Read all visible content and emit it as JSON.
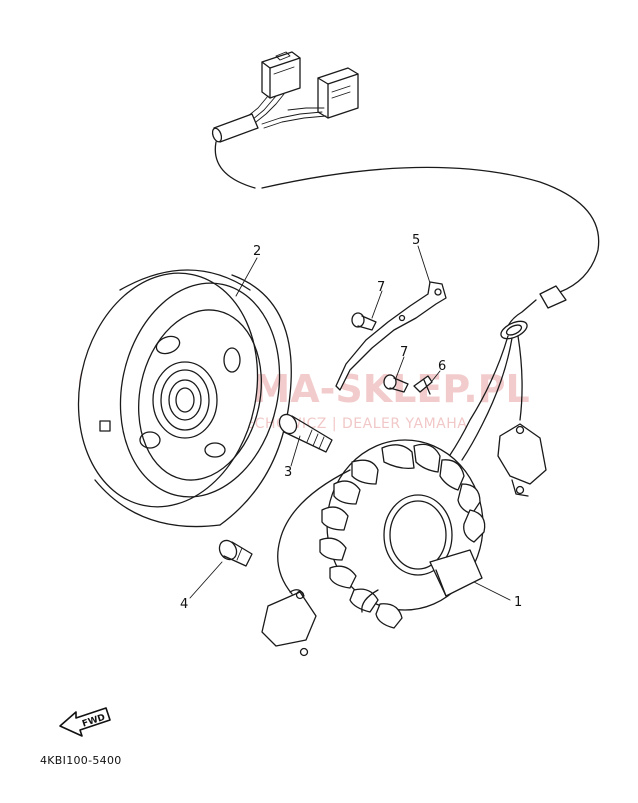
{
  "callouts": {
    "stator_coil": "1",
    "rotor": "2",
    "bolt_3": "3",
    "bolt_4": "4",
    "lead_holder": "5",
    "clamp": "6",
    "bolt_7a": "7",
    "bolt_7b": "7"
  },
  "direction_arrow": {
    "label": "FWD"
  },
  "diagram_code": "4KBI100-5400",
  "watermark": {
    "title": "TAMA-SKLEP.PL",
    "subtitle": "WOJCIECHOWICZ | DEALER YAMAHA"
  }
}
